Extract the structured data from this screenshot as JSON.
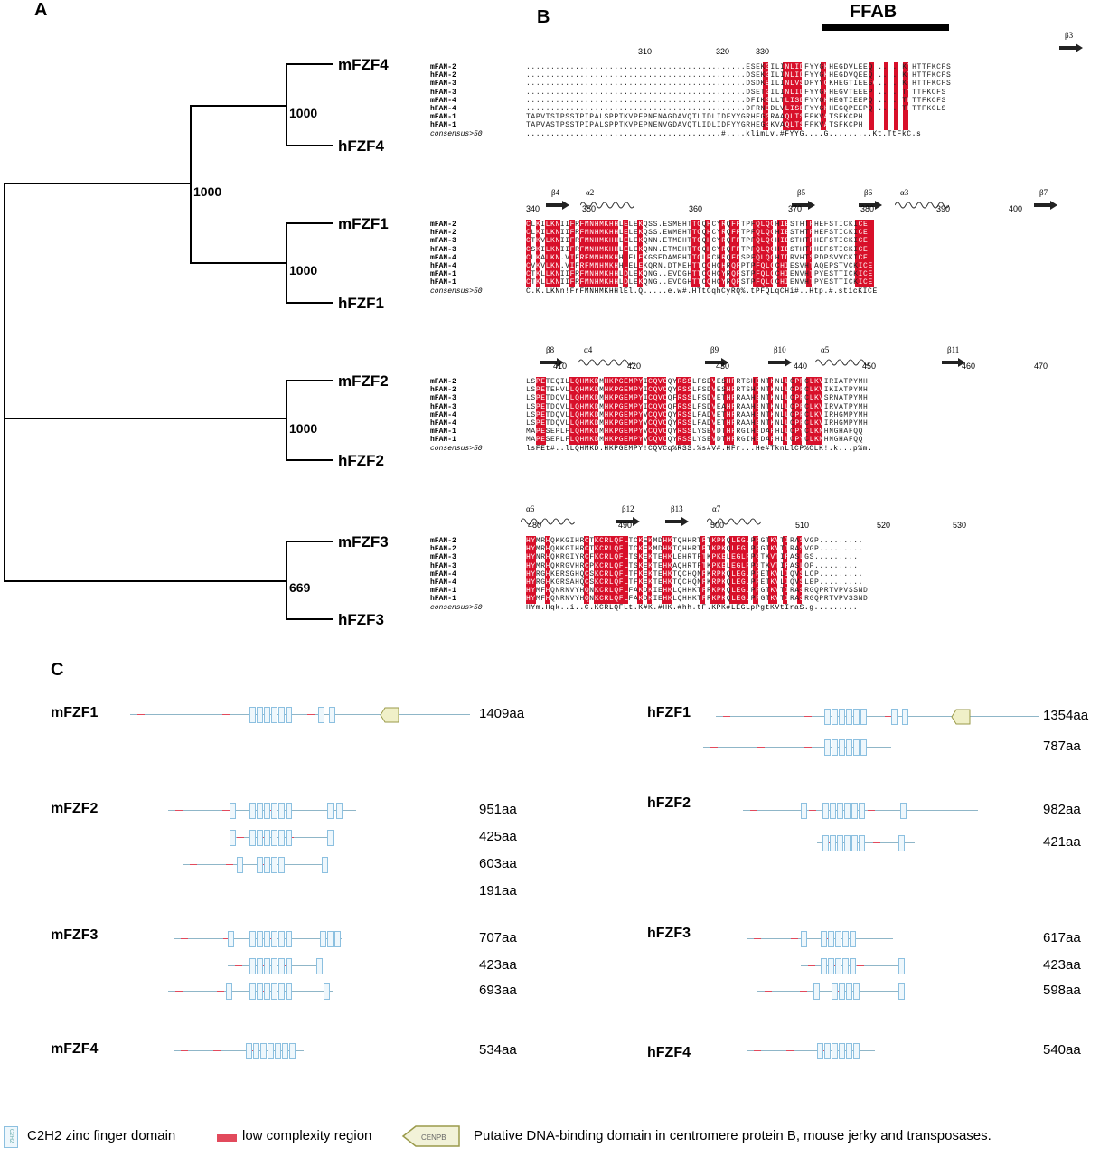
{
  "panels": {
    "a": "A",
    "b": "B",
    "c": "C"
  },
  "tree": {
    "leaves": [
      "mFZF4",
      "hFZF4",
      "mFZF1",
      "hFZF1",
      "mFZF2",
      "hFZF2",
      "mFZF3",
      "hFZF3"
    ],
    "bootstrap": [
      "1000",
      "1000",
      "1000",
      "1000",
      "669"
    ]
  },
  "alignment": {
    "ffab_label": "FFAB",
    "names": [
      "mFAN-2",
      "hFAN-2",
      "mFAN-3",
      "hFAN-3",
      "mFAN-4",
      "hFAN-4",
      "mFAN-1",
      "hFAN-1"
    ],
    "consensus_label": "consensus>50",
    "blocks": [
      {
        "ruler": [
          "310",
          "320",
          "330"
        ],
        "ss": [
          "β3"
        ],
        "seqs": [
          ".............................................ESEKGILINLIDFYYGKHEGDVLEEQ......KTHTTFKCFS",
          ".............................................DSEKGILINLIDFYYGKHEGDVQEEQ......KTHTTFKCFS",
          ".............................................DSDKEILINLVSDFYYGKHEGTIEESQ.....KTHTTFKCFS",
          ".............................................DSETGILINLIDFYYGKHEGVTEEEP.....KTYTTFKCFS",
          ".............................................DFIKGLLTLISDFYYGKHEGTIEEPQ.....KTHTTFKCFS",
          ".............................................DFRNEDLVLISDFYYGKHEGQPEEPQ.....KTHTTFKCLS",
          "TAPVTSTPSSTPIPALSPPTKVPEPNENAGDAVQTLIDLIDFYYGRHEGGRAAQLTSFFKVATSFKCPH",
          "TAPVASTPSSTPIPALSPPTKVPEPNENVGDAVQTLIDLIDFYYGRHEGGKVAQLTSFFKVATSFKCPH"
        ],
        "consensus": "........................................#....klimLv.#FYYG....G.........Kt.TtFkC.s"
      },
      {
        "ruler": [
          "340",
          "350",
          "360",
          "370",
          "380",
          "390",
          "400"
        ],
        "ss": [
          "β4",
          "α2",
          "β5",
          "β6",
          "α3",
          "β7"
        ],
        "seqs": [
          "CLKILKNIIFRFMNHMKHHLELEKQSS.ESMEHTTCQHCYRQFPTPFQLQCHIESTHTPHEFSTICKICE",
          "CLKILKNIIFRFMNHMKHHLELEKQSS.EWMEHTTCQHCYRQFPTPFQLQCHIESTHTPHEFSTICKICE",
          "CTKVLKNIIFRFMNHMKHHLELEKQNN.ETMEHTTCQHCYRQFPTPFQLQCHIESTHTPHEFSTICKICE",
          "CSKILKNIIFRFMNHMKHHLELEKQNN.ETMEHTTCQHCYRQFPTPFQLQCHIESTHTPHEFSTICKICE",
          "CLKALKN.VIFRFMNHMKHHLELEKGSEDAMEHTTCLRCHRQFDSPFQLQCHIDRVHTSPDPSVVCKICE",
          "CVKVLKN.VIFRFMNHMKHHLELEKQRN.DTMEHTTCQHCHRQFPTPFQLQCHIESVHTAQEPSTVCKICE",
          "CTKLLKNIIFRFMNHMKHHLDLEKQNG..EVDGHTTCQHCYRQFSTPFQLQCHIENVHTPYESTTICKICE",
          "CTKLLKNIIFRFMNHMKHHLDLEKQNG..EVDGHTTCQHCYRQFSTPFQLQCHIENVHTPYESTTICKICE"
        ],
        "consensus": "C.K.LKNn!FrFMNHMKHHlEl.Q.....e.w#.HTtCqhCyRQ%.tPFQLqCHi#..Htp.#.sticKICE"
      },
      {
        "ruler": [
          "410",
          "420",
          "430",
          "440",
          "450",
          "460",
          "470"
        ],
        "ss": [
          "β8",
          "α4",
          "β9",
          "β10",
          "α5",
          "β11"
        ],
        "seqs": [
          "LSPETEQILLQHMKDMHKPGEMPYICQVCQYRSSLFSEVESHFRTSHENTKNLLCPFCLKVIRIATPYMH",
          "LSPETEHVLLQHMKDMHKPGEMPYICQVCQYRSSLFSDVESHFRTSHENTKNLLCPFCLKVIKIATPYMH",
          "LSPETDQVLLQHMKDMHKPGEMPYICQVCQFRSSLFSDVETHFRAAHENTKNLLCPFCLKVSRNATPYMH",
          "LSPETDQVLLQHMKDMHKPGEMPYICQVCQFRSSLFSDVEAHFRAAHENTKNLLCPFCLKVIRVATPYMH",
          "LSPETDQVLLQHMKDMHKPGEMPYVCQVCQYRSSLFADVETHFRAAHENTKNLLCPFCLKVIRHGMPYMH",
          "LSPETDQVLLQHMKDMHKPGEMPYVCQVCQYRSSLFADVETHFRAAHENTKNLLCPFCLKVIRHGMPYMH",
          "MAPESEPLFLQHMKDMHKPGEMPYVCQVCQYRSSLYSEVDTHFRGIHEDARHLLCPYCLKMHNGHAFQQ",
          "MAPESEPLFLQHMKDMHKPGEMPYVCQVCQYRSSLYSEVDTHFRGIHEDARHLLCPYCLKMHNGHAFQQ"
        ],
        "consensus": "lsFEt#..lLQHMKD.HKPGEMPY!CQVCq%RSS.%s#V#.HFr...He#TknLlCP%CLK!.k...p%m."
      },
      {
        "ruler": [
          "480",
          "490",
          "500",
          "510",
          "520",
          "530"
        ],
        "ss": [
          "α6",
          "β12",
          "β13",
          "α7"
        ],
        "seqs": [
          "HYMRHQKKGIHRCTKCRLQFLTCKEKMDHKTQHHRTFTKPKQLEGLPPGTKVTIRASVGP.........",
          "HYMRHQKKGIHRCTKCRLQFLTCKEKMDHKTQHHRTFTKPKQLEGLPPGTKVTIRASVGP.........",
          "HYNRHQKRGIYRCFKCRLQFLTSKEKTEHKLEHRTFTKPKELEGLPPGTKVTIRASLGS.........",
          "HYMRHQKRGVHRCPKCRLQFLTSKEKTEHKAQHRTFTKPKELEGLPPGTKVTIRASLOP.........",
          "HYRGHKERSGHQCSKCRLQFLTFKEKTEHKTQCHQNFKRPKQLEGLPPETKVLIQVSLOP.........",
          "HYRGHKGRSAHQCSKCRLQFLTFKEKTEHKTQCHQNFKRPKQLEGLPPETKVLIQVSLEP.........",
          "HYMFHQNRNVYHQNKCRLQFLFAKDKIEHKLQHHKTFRKPKQLEGLPPGTKVTIRASRGQPRTVPVSSND",
          "HYMFHQNRNVYHQNKCRLQFLFAKDKIEHKLQHHKTFRKPKQLEGLPPGTKVTIRASRGQPRTVPVSSND"
        ],
        "consensus": "HYm.Hqk..i..C.KCRLQFLt.K#K.#HK.#hh.tF.KPK#LEGLpPgtKVtIraS.g........."
      }
    ]
  },
  "domains": {
    "left": [
      {
        "name": "mFZF1",
        "isoforms": [
          "1409aa"
        ]
      },
      {
        "name": "mFZF2",
        "isoforms": [
          "951aa",
          "425aa",
          "603aa",
          "191aa"
        ]
      },
      {
        "name": "mFZF3",
        "isoforms": [
          "707aa",
          "423aa",
          "693aa"
        ]
      },
      {
        "name": "mFZF4",
        "isoforms": [
          "534aa"
        ]
      }
    ],
    "right": [
      {
        "name": "hFZF1",
        "isoforms": [
          "1354aa",
          "787aa"
        ]
      },
      {
        "name": "hFZF2",
        "isoforms": [
          "982aa",
          "421aa"
        ]
      },
      {
        "name": "hFZF3",
        "isoforms": [
          "617aa",
          "423aa",
          "598aa"
        ]
      },
      {
        "name": "hFZF4",
        "isoforms": [
          "540aa"
        ]
      }
    ],
    "cenpb_badge": "CENPB"
  },
  "legend": {
    "zf": "C2H2 zinc finger domain",
    "low": "low complexity region",
    "cenpb": "Putative DNA-binding domain in centromere protein B, mouse jerky and transposases.",
    "zf_icon_text": "C2H2",
    "cenpb_icon_text": "CENPB"
  }
}
